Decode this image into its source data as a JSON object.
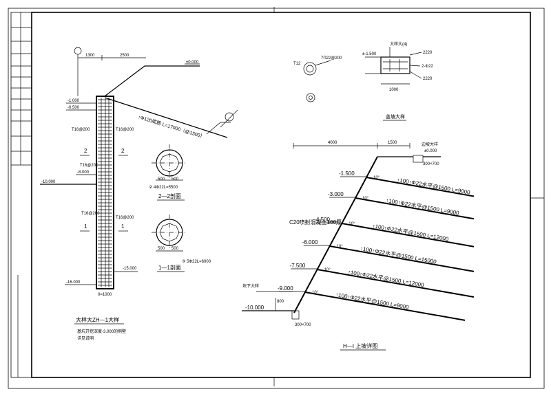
{
  "left": {
    "section": {
      "c1": "1300",
      "c2": "2500",
      "top_elev": "±0.000",
      "bot": "0=1000"
    },
    "anchors": [
      {
        "label": "↑Φ120底筋 L=17000（@1500）"
      }
    ],
    "levels": {
      "l1": "-1.000",
      "l2": "-0.500",
      "l3": "-8.000",
      "l4": "-10.000",
      "l5": "-15.000",
      "l6": "-16.000"
    },
    "notes": {
      "a": "T16@200",
      "b": "T16@200",
      "c": "T16@200",
      "d": "T16@200",
      "e": "T16@200"
    },
    "section_marks": {
      "s2": "2",
      "s1": "1"
    },
    "circle22": {
      "title": "2—2剖面",
      "rebar": "② 4Φ22L=5500",
      "w1": "500",
      "w2": "500"
    },
    "circle11": {
      "title": "1—1剖面",
      "rebar": "③ 5Φ22L=6000",
      "w1": "500",
      "w2": "500"
    },
    "caption_main": "大样大ZH—1大样",
    "caption_sub": "基坑开挖深度-3.000的侧壁",
    "caption_sub2": "详见说明"
  },
  "topright": {
    "circle_label": "T12",
    "circle_note": "7Π22@200",
    "box_top": "±-1.500",
    "box_note": "大样大(4)",
    "box_right1": "2220",
    "box_right2": "2220",
    "box_mid": "2-Φ22",
    "box_w": "1000",
    "caption": "盖坡大样"
  },
  "right": {
    "dim1": "4000",
    "dim2": "1500",
    "top_elev": "±0.000",
    "top_note": "边坡大样",
    "top_note2": "300×700",
    "c20": "C20喷射混凝土100厚",
    "bottom_elev": "-10.000",
    "bottom_note": "块下大样",
    "bottom_size": "300×700",
    "dim_800": "800",
    "caption": "H—I 上坡详图",
    "rows": [
      {
        "elev": "-1.500",
        "angle": "10°",
        "label": "↑100↑Φ22水平@1500 L=9000"
      },
      {
        "elev": "-3.000",
        "angle": "10°",
        "label": "↑100↑Φ22水平@1500 L=9000"
      },
      {
        "elev": "-4.500",
        "angle": "10°",
        "label": "↑100↑Φ22水平@1500 L=12000"
      },
      {
        "elev": "-6.000",
        "angle": "10°",
        "label": "↑100↑Φ22水平@1500 L=15000"
      },
      {
        "elev": "-7.500",
        "angle": "10°",
        "label": "↑100↑Φ22水平@1500 L=12000"
      },
      {
        "elev": "-9.000",
        "angle": "10°",
        "label": "↑100↑Φ22水平@1500 L=9000"
      }
    ]
  }
}
